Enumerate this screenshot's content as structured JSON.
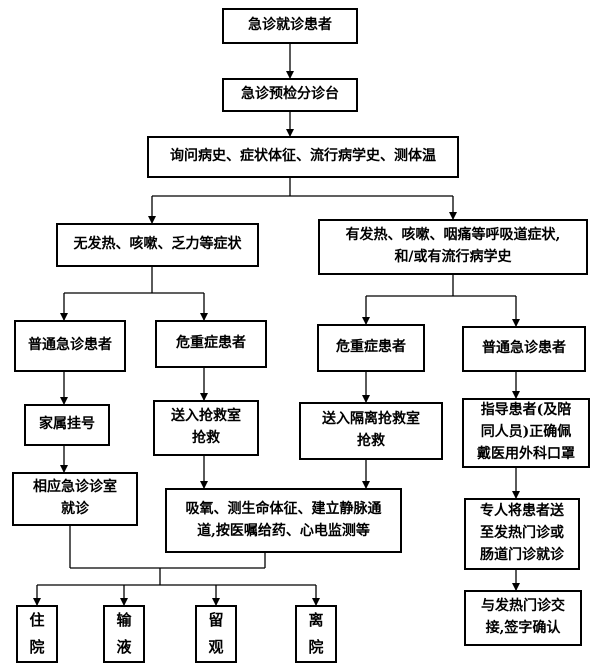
{
  "nodes": {
    "n1": [
      "急诊就诊患者"
    ],
    "n2": [
      "急诊预检分诊台"
    ],
    "n3": [
      "询问病史、症状体征、流行病学史、测体温"
    ],
    "n4": [
      "无发热、咳嗽、乏力等症状"
    ],
    "n5": [
      "有发热、咳嗽、咽痛等呼吸道症状,",
      "和/或有流行病学史"
    ],
    "n6": [
      "普通急诊患者"
    ],
    "n7": [
      "危重症患者"
    ],
    "n8": [
      "危重症患者"
    ],
    "n9": [
      "普通急诊患者"
    ],
    "n10": [
      "家属挂号"
    ],
    "n11": [
      "送入抢救室",
      "抢救"
    ],
    "n12": [
      "送入隔离抢救室",
      "抢救"
    ],
    "n13": [
      "指导患者(及陪",
      "同人员)正确佩",
      "戴医用外科口罩"
    ],
    "n14": [
      "相应急诊诊室",
      "就诊"
    ],
    "n15": [
      "吸氧、测生命体征、建立静脉通",
      "道,按医嘱给药、心电监测等"
    ],
    "n16": [
      "专人将患者送",
      "至发热门诊或",
      "肠道门诊就诊"
    ],
    "n17": [
      "与发热门诊交",
      "接,签字确认"
    ],
    "n18": [
      "住",
      "院"
    ],
    "n19": [
      "输",
      "液"
    ],
    "n20": [
      "留",
      "观"
    ],
    "n21": [
      "离",
      "院"
    ]
  }
}
